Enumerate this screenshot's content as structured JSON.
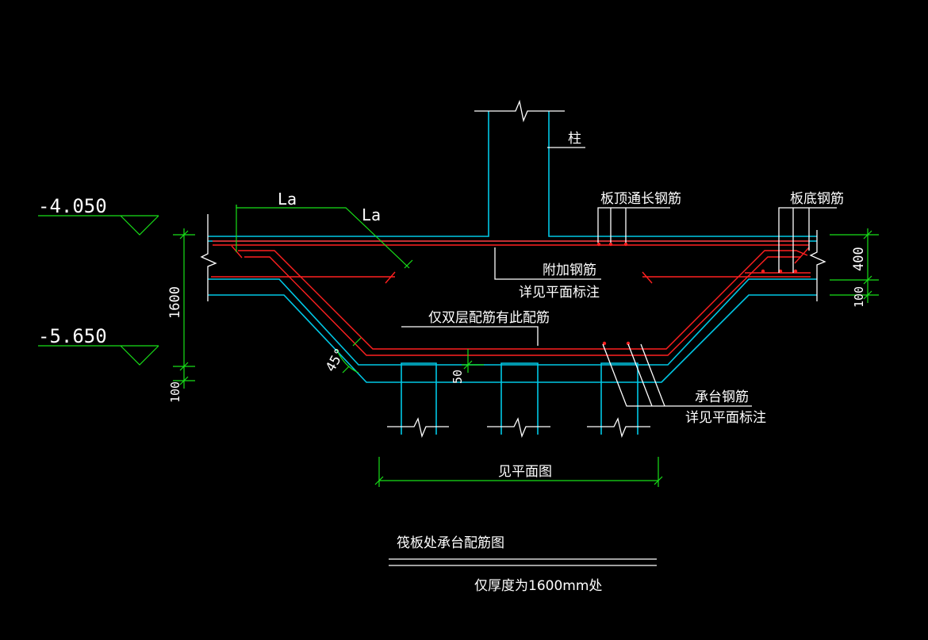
{
  "drawing": {
    "title": "筏板处承台配筋图",
    "subtitle": "仅厚度为1600mm处"
  },
  "elevations": {
    "top": "-4.050",
    "bottom": "-5.650"
  },
  "labels": {
    "column": "柱",
    "top_through_rebar": "板顶通长钢筋",
    "bottom_rebar": "板底钢筋",
    "additional_rebar_line1": "附加钢筋",
    "additional_rebar_line2": "详见平面标注",
    "double_layer_note": "仅双层配筋有此配筋",
    "cap_rebar_line1": "承台钢筋",
    "cap_rebar_line2": "详见平面标注",
    "see_plan": "见平面图",
    "la_1": "La",
    "la_2": "La",
    "angle": "45°"
  },
  "dimensions": {
    "raft_thickness": "1600",
    "cap_bottom": "100",
    "edge_top": "400",
    "edge_bottom": "100",
    "cover": "50"
  },
  "colors": {
    "background": "#000000",
    "concrete_outline": "#00c8e6",
    "rebar": "#ff2020",
    "dimension": "#18e018",
    "text": "#ffffff"
  }
}
